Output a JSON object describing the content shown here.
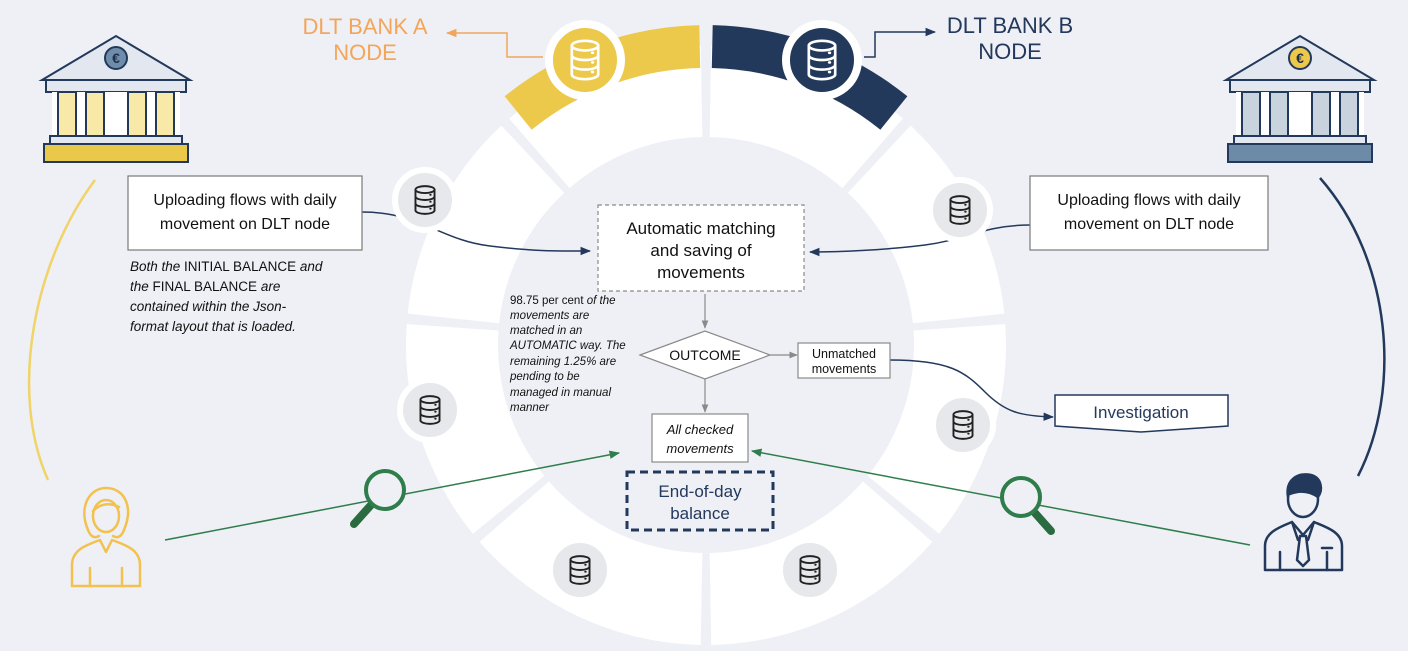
{
  "bank_a": {
    "title_line1": "DLT BANK A",
    "title_line2": "NODE"
  },
  "bank_b": {
    "title_line1": "DLT BANK B",
    "title_line2": "NODE"
  },
  "currency_symbol": "€",
  "upload_a": {
    "line1": "Uploading flows with daily",
    "line2": "movement on DLT node"
  },
  "upload_b": {
    "line1": "Uploading flows with daily",
    "line2": "movement on DLT node"
  },
  "balance_note": {
    "l1a": "Both the ",
    "l1b": "INITIAL BALANCE",
    "l1c": " and",
    "l2a": "the ",
    "l2b": "FINAL BALANCE",
    "l2c": " are",
    "l3": "contained within the Json-",
    "l4": "format layout that is loaded."
  },
  "matching_box": {
    "lines": [
      "Automatic matching",
      "and saving of",
      "movements"
    ]
  },
  "match_note": {
    "l1a": "98.75 per cent",
    "l1b": " of the",
    "lines": [
      "movements are",
      "matched in an",
      "AUTOMATIC way. The",
      "remaining 1.25% are",
      "pending to be",
      "managed in manual",
      "manner"
    ]
  },
  "outcome": "OUTCOME",
  "unmatched": [
    "Unmatched",
    "movements"
  ],
  "investigation": "Investigation",
  "all_checked": [
    "All checked",
    "movements"
  ],
  "end_of_day": [
    "End-of-day",
    "balance"
  ],
  "colors": {
    "background": "#eef0f6",
    "ring": "#ffffff",
    "bank_a_node": "#ecc94b",
    "bank_a_title": "#f2a65a",
    "bank_b_node": "#23395b",
    "match_line": "#2e7d4a",
    "neutral_line": "#8a8a8a"
  }
}
